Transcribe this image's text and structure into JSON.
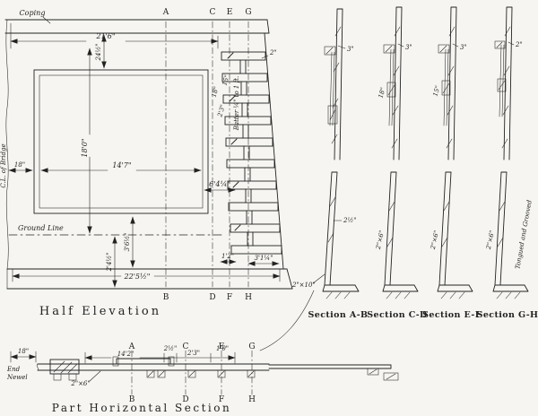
{
  "figure": {
    "ink": "#222222",
    "bg": "#f6f5f1"
  },
  "elevation": {
    "caption": "Half Elevation",
    "coping_label": "Coping",
    "centerline_label": "C.L. of Bridge",
    "ground_line_label": "Ground Line",
    "batter_label": "Batter ¼\" to 1 ft.",
    "letters_top": [
      "A",
      "C",
      "E",
      "G"
    ],
    "letters_bottom": [
      "B",
      "D",
      "F",
      "H"
    ],
    "dims": {
      "top_width": "21'6\"",
      "wall_height": "18'0\"",
      "coping_height": "24½\"",
      "panel_width": "14'7\"",
      "panel_inset": "18\"",
      "below_panel": "3'6½\"",
      "footing_height": "2'4½\"",
      "step_thickness": "2\"",
      "step_15": "15\"",
      "step_18": "18\"",
      "step_2_3": "2'3\"",
      "mid_offset": "6'4¼\"",
      "toe_1_2": "1'2\"",
      "toe_3_1": "3'1¼\"",
      "bottom_width": "22'5½\""
    }
  },
  "sections": {
    "plank_2x10": "2\"×10\"",
    "items": [
      {
        "caption": "Section A-B",
        "dim_top": "3\"",
        "dim_mid": "2½\"",
        "plank": ""
      },
      {
        "caption": "Section C-D",
        "dim_top": "3\"",
        "dim_mid": "18\"",
        "plank": "2\"×6\""
      },
      {
        "caption": "Section E-F",
        "dim_top": "3\"",
        "dim_mid": "15\"",
        "plank": "2\"×6\""
      },
      {
        "caption": "Section G-H",
        "dim_top": "2\"",
        "dim_mid": "",
        "plank": "2\"×6\"",
        "note": "Tongued and Grooved"
      }
    ]
  },
  "plan": {
    "caption": "Part Horizontal Section",
    "end_newel_1": "End",
    "end_newel_2": "Newel",
    "letters_top": [
      "A",
      "C",
      "E",
      "G"
    ],
    "letters_bottom": [
      "B",
      "D",
      "F",
      "H"
    ],
    "dims": {
      "left": "18\"",
      "span": "14'2\"",
      "d1": "2½\"",
      "d2": "2'3\"",
      "d3": "1'0\"",
      "plank": "2\"×6\""
    }
  }
}
